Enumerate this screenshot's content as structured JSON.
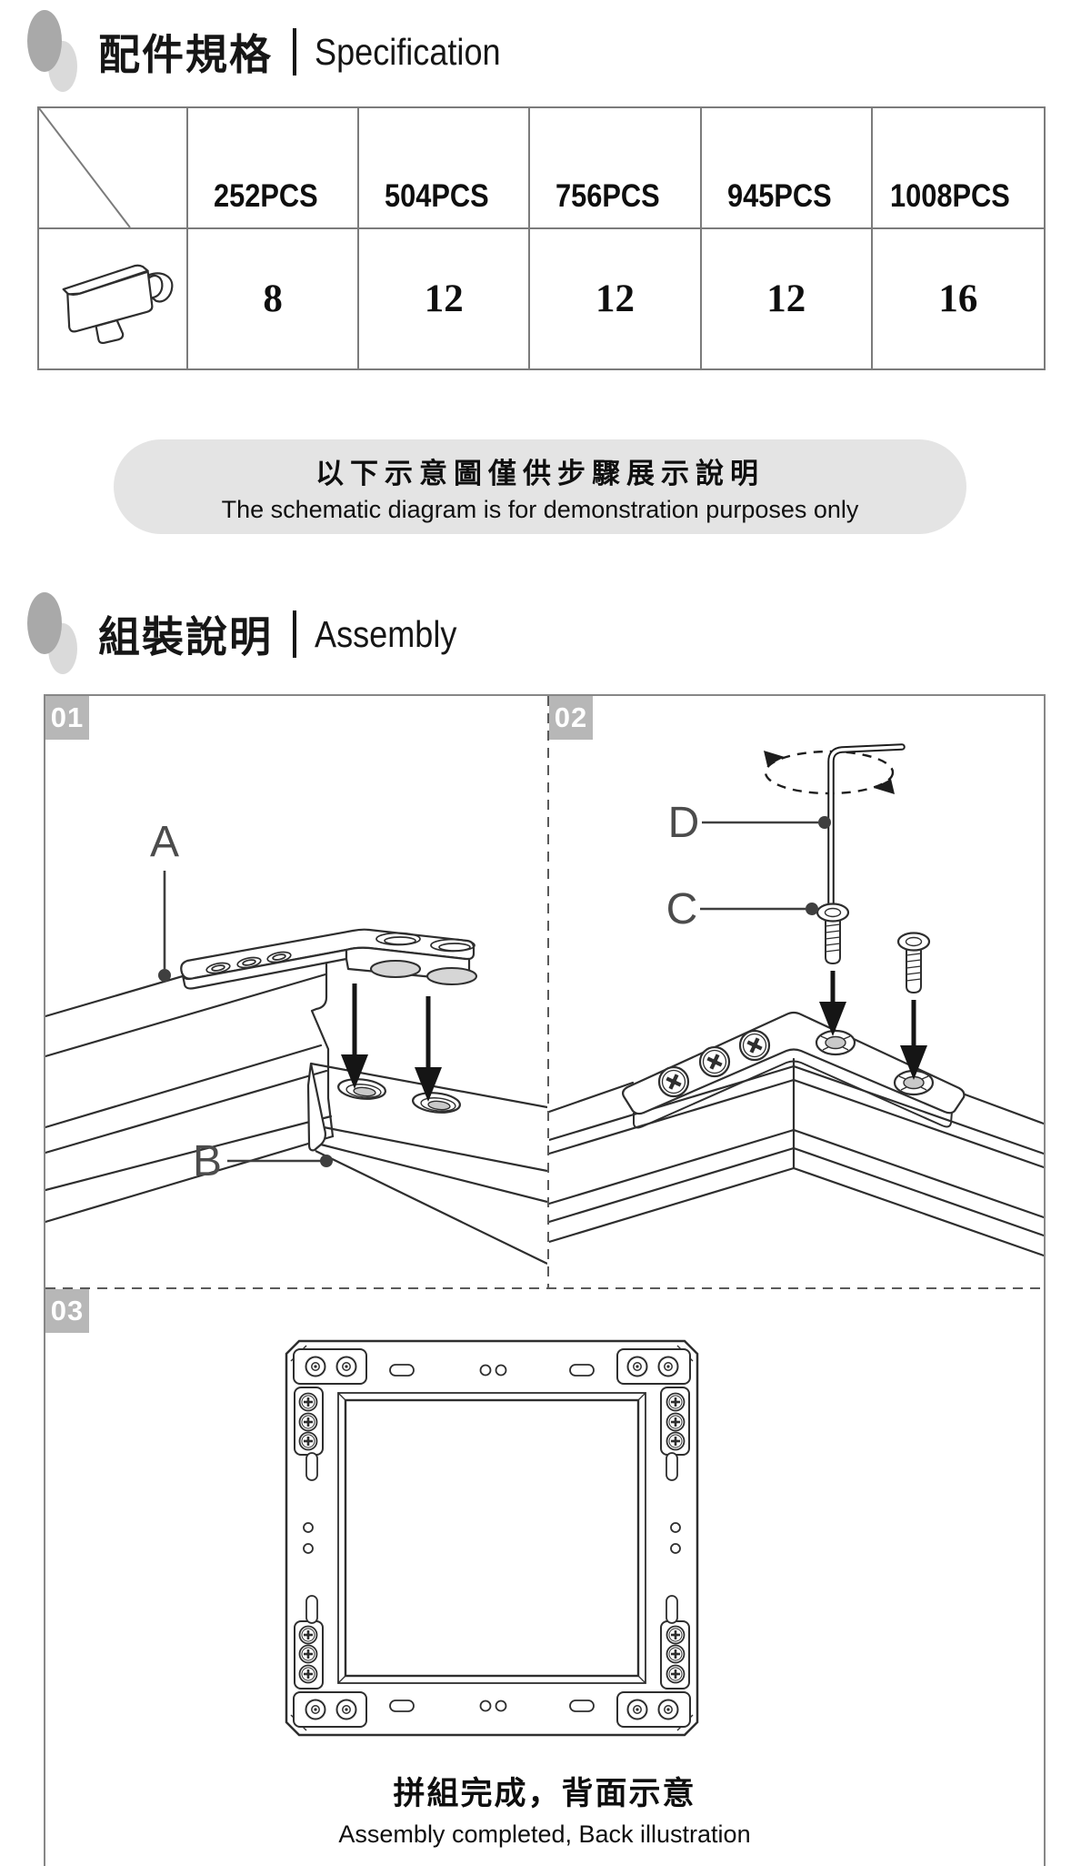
{
  "colors": {
    "table_border": "#7b7b7b",
    "banner_bg": "#e4e4e4",
    "badge_bg": "#b7b7b7",
    "title_circle_dark": "#a9a9a9",
    "title_circle_light": "#dadada",
    "line_ink": "#2e2e2e",
    "label_gray": "#4c4c4c",
    "countersink_gray": "#c9c9c9"
  },
  "spec_section": {
    "title_zh": "配件規格",
    "title_en": "Specification"
  },
  "spec_table": {
    "columns": [
      "252PCS",
      "504PCS",
      "756PCS",
      "945PCS",
      "1008PCS"
    ],
    "part": {
      "icon": "corner-clip-part-icon"
    },
    "quantities": [
      "8",
      "12",
      "12",
      "12",
      "16"
    ]
  },
  "notice": {
    "line_zh": "以下示意圖僅供步驟展示說明",
    "line_en": "The schematic diagram is for demonstration purposes only"
  },
  "assembly_section": {
    "title_zh": "組裝說明",
    "title_en": "Assembly"
  },
  "steps": {
    "s1": {
      "badge": "01",
      "label_a": "A",
      "label_b": "B"
    },
    "s2": {
      "badge": "02",
      "label_c": "C",
      "label_d": "D"
    },
    "s3": {
      "badge": "03",
      "caption_zh": "拼組完成，背面示意",
      "caption_en": "Assembly completed, Back illustration"
    }
  }
}
